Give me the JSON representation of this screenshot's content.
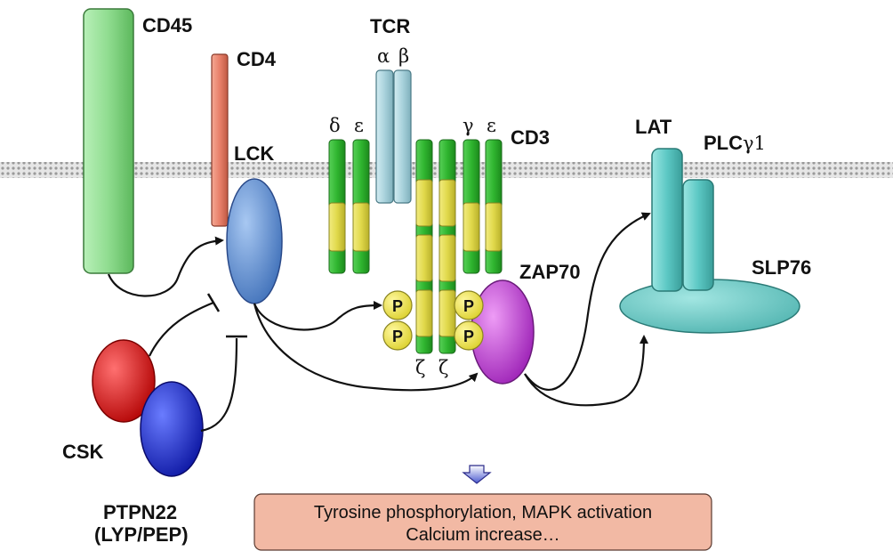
{
  "labels": {
    "cd45": "CD45",
    "cd4": "CD4",
    "tcr": "TCR",
    "alpha": "α",
    "beta": "β",
    "lck": "LCK",
    "cd3": "CD3",
    "delta": "δ",
    "epsilon1": "ε",
    "gamma": "γ",
    "epsilon2": "ε",
    "zeta1": "ζ",
    "zeta2": "ζ",
    "lat": "LAT",
    "plcg1_prefix": "PLC",
    "plcg1_suffix": "γ1",
    "slp76": "SLP76",
    "zap70": "ZAP70",
    "csk": "CSK",
    "ptpn22": "PTPN22",
    "lyp_pep": "(LYP/PEP)",
    "p": "P"
  },
  "result_box": {
    "line1": "Tyrosine phosphorylation, MAPK activation",
    "line2": "Calcium increase…"
  },
  "colors": {
    "cd45": "#8fdc8f",
    "cd4": "#e8806a",
    "lck": "#5b8fd6",
    "tcr": "#a9d2dc",
    "cd3_green": "#2fb52f",
    "cd3_yellow": "#e0d84a",
    "zap70": "#c040d8",
    "lat": "#5cc8c4",
    "csk": "#e01010",
    "ptpn22": "#1a2fd8",
    "phospho": "#f2ea3a",
    "result_box": "#f2b9a4"
  }
}
